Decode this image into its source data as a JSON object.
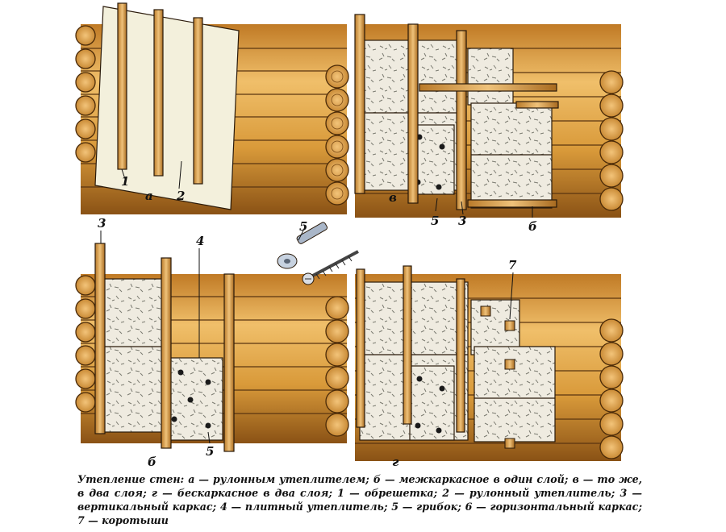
{
  "labels": {
    "panel_a": "а",
    "panel_b": "б",
    "panel_v": "в",
    "panel_g": "г",
    "n1": "1",
    "n2": "2",
    "n3": "3",
    "n4": "4",
    "n5": "5",
    "n6": "б",
    "n7": "7"
  },
  "caption": "Утепление стен: а — рулонным утеплителем; б — межкаркасное в один слой; в — то же, в два слоя; г — бескаркасное в два слоя; 1 — обрешетка; 2 — рулонный утеплитель; 3 — вертикальный каркас; 4 — плитный утеплитель; 5 — грибок; 6 — горизонтальный каркас; 7 — коротыши",
  "colors": {
    "log": "#d99a3a",
    "log_dark": "#8a5215",
    "batten": "#e0aa55",
    "insulation": "#f0ece2",
    "roll_material": "#f3f0dc",
    "outline": "#2a1a0a"
  }
}
